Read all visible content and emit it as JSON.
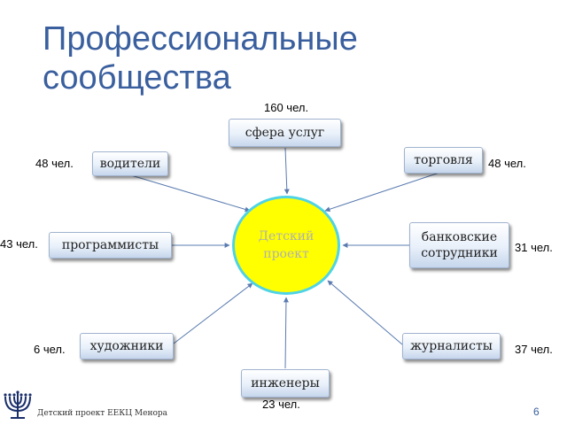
{
  "slide": {
    "title": "Профессиональные сообщества",
    "footer": "Детский проект ЕЕКЦ Менора",
    "page_number": "6"
  },
  "center": {
    "label": "Детский\nпроект",
    "fill": "#ffff00",
    "border": "#4fd3e6"
  },
  "nodes": [
    {
      "id": "services",
      "label": "сфера  услуг",
      "count": "160 чел."
    },
    {
      "id": "drivers",
      "label": "водители",
      "count": "48 чел."
    },
    {
      "id": "trade",
      "label": "торговля",
      "count": "48 чел."
    },
    {
      "id": "programmers",
      "label": "программисты",
      "count": "43 чел."
    },
    {
      "id": "bankers",
      "label": "банковские\nсотрудники",
      "count": "31 чел."
    },
    {
      "id": "artists",
      "label": "художники",
      "count": "6 чел."
    },
    {
      "id": "journalists",
      "label": "журналисты",
      "count": "37 чел."
    },
    {
      "id": "engineers",
      "label": "инженеры",
      "count": "23 чел."
    }
  ],
  "colors": {
    "title": "#3a5f9e",
    "edge": "#5a7bb0"
  },
  "icons": {
    "logo": "menorah-icon"
  }
}
